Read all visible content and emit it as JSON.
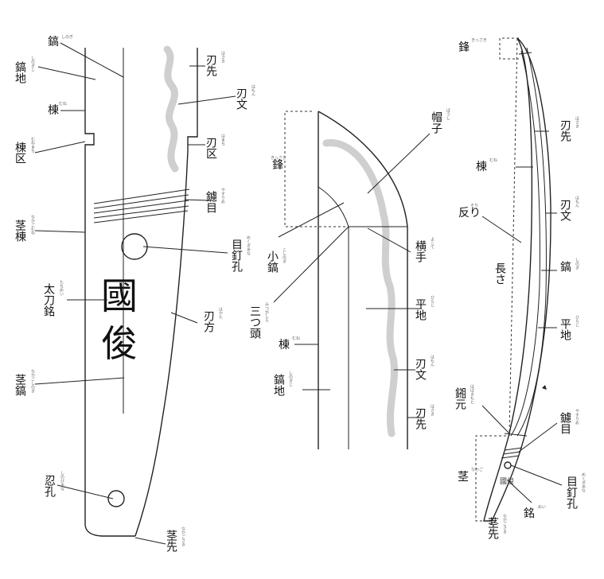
{
  "figure1": {
    "shinogi": {
      "kanji": "鎬",
      "reading": "しのぎ"
    },
    "shinogiji": {
      "kanji": "鎬地",
      "reading": "しのぎじ"
    },
    "mune": {
      "kanji": "棟",
      "reading": "むね"
    },
    "munemachi": {
      "kanji": "棟区",
      "reading": "むねまち"
    },
    "nakagomune": {
      "kanji": "茎棟",
      "reading": "なかごむね"
    },
    "tachimei": {
      "kanji": "太刀銘",
      "reading": "たちめい"
    },
    "signature": [
      "國",
      "俊"
    ],
    "nakagoshinogi": {
      "kanji": "茎鎬",
      "reading": "なかごしのぎ"
    },
    "shinobiana": {
      "kanji": "忍孔",
      "reading": "しのびあな"
    },
    "nakagosaki": {
      "kanji": "茎先",
      "reading": "なかごさき"
    },
    "hasaki": {
      "kanji": "刃先",
      "reading": "はさき"
    },
    "hamon": {
      "kanji": "刃文",
      "reading": "はもん"
    },
    "hamachi": {
      "kanji": "刃区",
      "reading": "はまち"
    },
    "yasurime": {
      "kanji": "鑢目",
      "reading": "やすりめ"
    },
    "mekugiana": {
      "kanji": "目釘孔",
      "reading": "めくぎあな"
    },
    "hakata": {
      "kanji": "刃方",
      "reading": "はかた"
    }
  },
  "figure2": {
    "boushi": {
      "kanji": "帽子",
      "reading": "ぼうし"
    },
    "kissaki": {
      "kanji": "鋒",
      "reading": "きっさき"
    },
    "koshinogi": {
      "kanji": "小鎬",
      "reading": "こしのぎ"
    },
    "mitsugashira": {
      "kanji": "三つ頭",
      "reading": "みつがしら"
    },
    "yokote": {
      "kanji": "横手",
      "reading": "よこて"
    },
    "hiraji": {
      "kanji": "平地",
      "reading": "ひらじ"
    },
    "mune": {
      "kanji": "棟",
      "reading": "むね"
    },
    "hamon": {
      "kanji": "刃文",
      "reading": "はもん"
    },
    "shinogiji": {
      "kanji": "鎬地",
      "reading": "しのぎじ"
    },
    "hasaki": {
      "kanji": "刃先",
      "reading": "はさき"
    }
  },
  "figure3": {
    "kissaki": {
      "kanji": "鋒",
      "reading": "きっさき"
    },
    "hasaki": {
      "kanji": "刃先",
      "reading": "はさき"
    },
    "mune": {
      "kanji": "棟",
      "reading": "むね"
    },
    "hamon": {
      "kanji": "刃文",
      "reading": "はもん"
    },
    "sori": {
      "kanji": "反り",
      "reading": "そり"
    },
    "nagasa": {
      "kanji": "長さ"
    },
    "shinogi": {
      "kanji": "鎬",
      "reading": "しのぎ"
    },
    "hiraji": {
      "kanji": "平地",
      "reading": "ひらじ"
    },
    "habakimoto": {
      "kanji": "鎺元",
      "reading": "はばきもと"
    },
    "yasurime": {
      "kanji": "鑢目",
      "reading": "やすりめ"
    },
    "nakago": {
      "kanji": "茎",
      "reading": "なかご"
    },
    "mekugiana": {
      "kanji": "目釘孔",
      "reading": "めくぎあな"
    },
    "mei": {
      "kanji": "銘",
      "reading": "めい"
    },
    "nakagosaki": {
      "kanji": "茎先",
      "reading": "なかごさき"
    }
  }
}
